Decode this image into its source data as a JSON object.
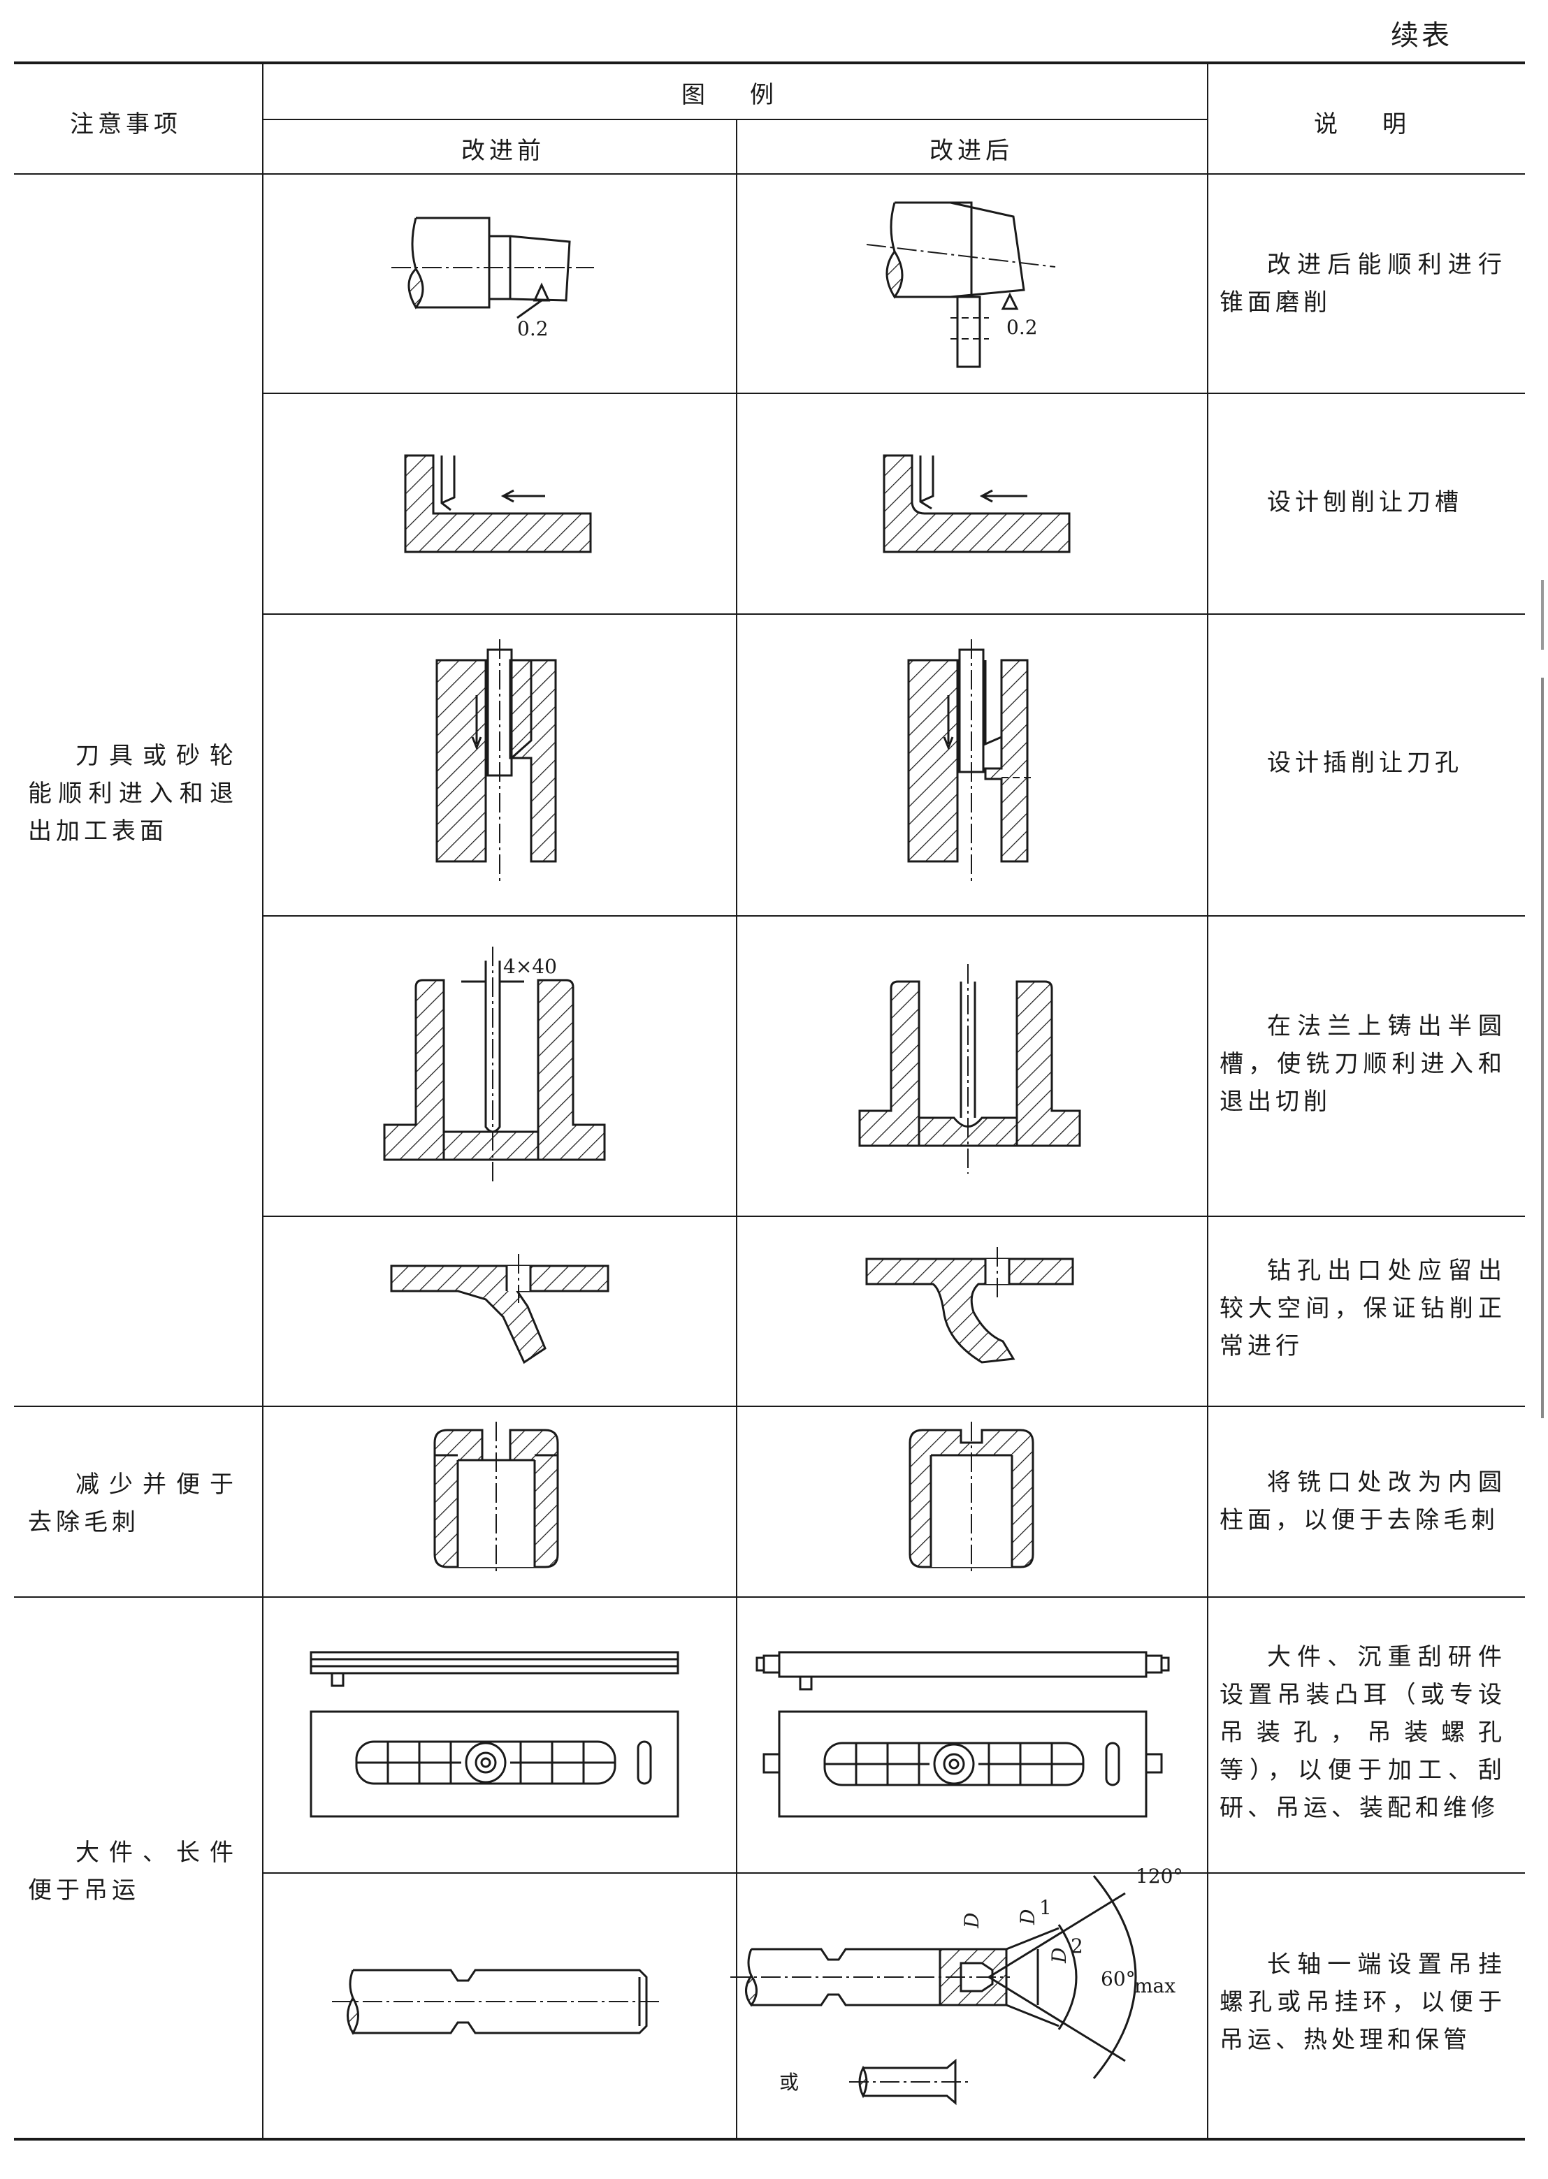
{
  "continued_label": "续表",
  "headers": {
    "precaution": "注意事项",
    "illustration": "图例",
    "before": "改进前",
    "after": "改进后",
    "explanation": "说明"
  },
  "groups": [
    {
      "label": "刀具或砂轮能顺利进入和退出加工表面"
    },
    {
      "label": "减少并便于去除毛刺"
    },
    {
      "label": "大件、长件便于吊运"
    }
  ],
  "rows": [
    {
      "explanation": "改进后能顺利进行锥面磨削",
      "roughness_before": "0.2",
      "roughness_after": "0.2"
    },
    {
      "explanation": "设计刨削让刀槽"
    },
    {
      "explanation": "设计插削让刀孔"
    },
    {
      "explanation": "在法兰上铸出半圆槽，使铣刀顺利进入和退出切削",
      "dimension": "4×40"
    },
    {
      "explanation": "钻孔出口处应留出较大空间，保证钻削正常进行"
    },
    {
      "explanation": "将铣口处改为内圆柱面，以便于去除毛刺"
    },
    {
      "explanation": "大件、沉重刮研件设置吊装凸耳（或专设吊装孔，吊装螺孔等），以便于加工、刮研、吊运、装配和维修"
    },
    {
      "explanation": "长轴一端设置吊挂螺孔或吊挂环，以便于吊运、热处理和保管",
      "labels": {
        "d": "D",
        "d1": "D",
        "d1_sub": "1",
        "d2": "D",
        "d2_sub": "2",
        "angle_120": "120°",
        "angle_60": "60°",
        "angle_60_sub": "max",
        "or": "或"
      }
    }
  ]
}
